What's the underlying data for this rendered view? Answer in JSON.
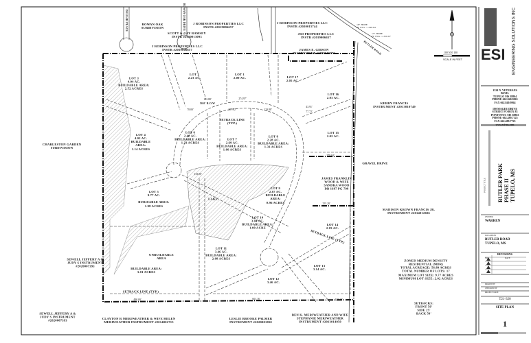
{
  "plan": {
    "streets": {
      "deleah": "DELEAH PLACE",
      "rowan_oak_drive": "ROWAN OAK DRIVE",
      "butler_road": "BUTLER ROAD",
      "row": "50.0' R.O.W"
    },
    "adjacent": {
      "rowan_oak": "ROWAN OAK\nSUBDIVISION",
      "robinson_1": "J ROBINSON PROPERTIES LLC\nINSTR #2019006657",
      "ramsey": "SCOTT & GAY RAMSEY\nINSTR #2020013093",
      "robinson_2": "J ROBINSON PROPERTIES LLC\nINSTR #2019006657",
      "robinson_3": "J ROBINSON PROPERTIES LLC\nINSTR #2020015744",
      "jsd": "JSD PROPERTIES LLC\nINSTR #2019006657",
      "gibson": "JAMES E. GIBSON\nINSTRUMENT #2009016872",
      "charleston": "CHARLESTON GARDEN\nSUBDIVISION",
      "kerry": "KERRY FRANCIS\nINSTRUMENT #2013010749",
      "wood": "JAMES FRANKLIN\nWOOD & WIFE\nSANDRA WOOD\nDB 1687 PG 798",
      "madison": "MADISON KROWN FRANCIS JR.\nINSTRUMENT #2014012026",
      "sewell_1": "SEWELL JEFFERY A &\nJUDY S INSTRUMENT\n#2020007393",
      "sewell_2": "SEWELL JEFFERY A &\nJUDY S INSTRUMENT\n#2020007393",
      "clayton": "CLAYTON R MERIWEATHER & WIFE HELEN\nMERIWEATHER INSTRUMENT #2014002715",
      "leslie": "LESLIE BROOKE PALMER\nINSTRUMENT #2020001050",
      "ben": "BEN K. MERIWEATHER AND WIFE\nSTEPHANIE MERIWEATHER\nINSTRUMENT #2013014050"
    },
    "pipes": {
      "p1": "18\" HDPE\nFL Elev. = 249.84",
      "p2": "15\" HDPE\nFL Elev. = 250.67"
    },
    "scale": {
      "ticks": "100   50    0         100",
      "label": "SCALE IN FEET"
    },
    "lots": {
      "lot1": "LOT 1\n2.09 AC.",
      "lot2": "LOT 2\n2.23 AC.",
      "lot3": "LOT 3\n4.04 AC.\nBUILDABLE AREA:\n2.52 ACRES",
      "lot4": "LOT 4\n4.02 AC.\nBUILDABLE\nAREA:\n1.14 ACRES",
      "lot5": "LOT 5\n9.77 AC.\n\nBUILDABLE AREA:\n1.98 ACRES",
      "lot6": "LOT 6\n2.40 AC.\nBUILDABLE AREA:\n1.33 ACRES",
      "lot7": "LOT 7\n2.69 AC.\nBUILDABLE AREA:\n1.60 ACRES",
      "lot8": "LOT 8\n2.28 AC.\nBUILDABLE AREA:\n1.33 ACRES",
      "lot9": "LOT 9\n2.87 AC.\nBUILDABLE\nAREA:\n0.96 ACRES",
      "lot10": "LOT 10\n3.04 AC.\nBUILDABLE AREA:\n1.00 ACRE",
      "lot11": "LOT 11\n3.46 AC.\nBUILDABLE AREA:\n2.08 ACRES",
      "lot12": "LOT 12\n3.46 AC.",
      "lot13": "LOT 13\n3.14 AC.",
      "lot14": "LOT 14\n2.19 AC.",
      "lot15": "LOT 15\n2.02 AC.",
      "lot16": "LOT 16\n2.03 AC.",
      "lot17": "LOT 17\n2.05 AC."
    },
    "features": {
      "lake": "LAKE",
      "unbuildable": "UNBUILDABLE\nAREA",
      "lot5_buildable_south": "BUILDABLE AREA:\n3.01 ACRES",
      "setback_1": "SETBACK LINE\n(TYP.)",
      "setback_2": "SETBACK LINE (TYP.)",
      "setback_3": "SETBACK LINE (TYP.)",
      "gravel": "GRAVEL DRIVE"
    },
    "dims": {
      "d1": "143.88'",
      "d2": "274.97'",
      "d3": "78.00'",
      "d4": "287.02'",
      "d5": "133.88'",
      "d6": "43.91'",
      "d7": "77.72'",
      "d8": "279.84'",
      "d9": "490.00'",
      "d10": "601.16'",
      "d11": "255.28'",
      "d12": "133.00'",
      "d13": "228.19'"
    },
    "zoning": "ZONED MEDIUM DENSITY\nRESIDENTIAL (MDR)\nTOTAL ACREAGE: 56.89 ACRES\nTOTAL NUMBER OF LOTS: 17\nMAXIMUM LOT SIZE: 9.77 ACRES\nMINIMUM LOT SIZE: 2.02 ACRES",
    "setbacks": "SETBACKS:\nFRONT 50'\nSIDE 25'\nBACK 50'"
  },
  "title_block": {
    "logo": "ESI",
    "company": "ENGINEERING SOLUTIONS INC",
    "address_1": "1324 N. VETERANS\nBLVD.\nTUPELO MS 38804\nPHONE 662.840.9863\nFAX 662.840.9864",
    "address_2": "180 MAGEE DRIVE\nSTREET PO BOX 83\nPONTOTOC MS 38863\nPHONE 662.489.7125\nFAX 662.489.7725",
    "website": "www.esi-ms.com",
    "project_label": "PROJECT TITLE",
    "project": "BUTLER PARK\nPHASE II\nTUPELO, MS",
    "owner_label": "OWNER",
    "owner": "WARREN",
    "location_label": "LOCATION",
    "location": "BUTLER ROAD\nTUPELO, MS",
    "revisions": "REVISIONS",
    "rev_no": "NO.",
    "rev_date": "DATE",
    "drawn_by": "DRAWN BY",
    "checked_by": "CHECKED BY",
    "project_date": "PROJECT DATE",
    "job": "T21-320",
    "sheet_title": "SITE PLAN",
    "sheet_no": "1"
  }
}
